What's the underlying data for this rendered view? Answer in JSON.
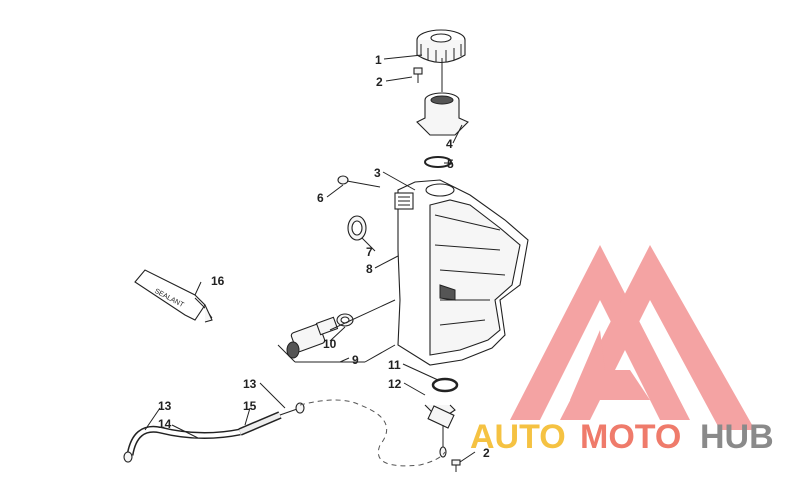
{
  "diagram": {
    "callouts": [
      {
        "id": "c1",
        "label": "1"
      },
      {
        "id": "c2a",
        "label": "2"
      },
      {
        "id": "c3",
        "label": "3"
      },
      {
        "id": "c4",
        "label": "4"
      },
      {
        "id": "c5",
        "label": "5"
      },
      {
        "id": "c6",
        "label": "6"
      },
      {
        "id": "c7",
        "label": "7"
      },
      {
        "id": "c8",
        "label": "8"
      },
      {
        "id": "c9",
        "label": "9"
      },
      {
        "id": "c10",
        "label": "10"
      },
      {
        "id": "c11",
        "label": "11"
      },
      {
        "id": "c12",
        "label": "12"
      },
      {
        "id": "c13a",
        "label": "13"
      },
      {
        "id": "c13b",
        "label": "13"
      },
      {
        "id": "c14",
        "label": "14"
      },
      {
        "id": "c15",
        "label": "15"
      },
      {
        "id": "c16",
        "label": "16"
      },
      {
        "id": "c2b",
        "label": "2"
      }
    ],
    "sealant_tube_text": "SEALANT"
  },
  "watermark": {
    "word_part1": "AUTO",
    "word_part2": "MOTO",
    "word_part3": "HUB",
    "colors": {
      "triangle": "#f08080",
      "auto": "#f5c242",
      "moto": "#ef7b6b",
      "hub": "#8a8a8a"
    }
  }
}
